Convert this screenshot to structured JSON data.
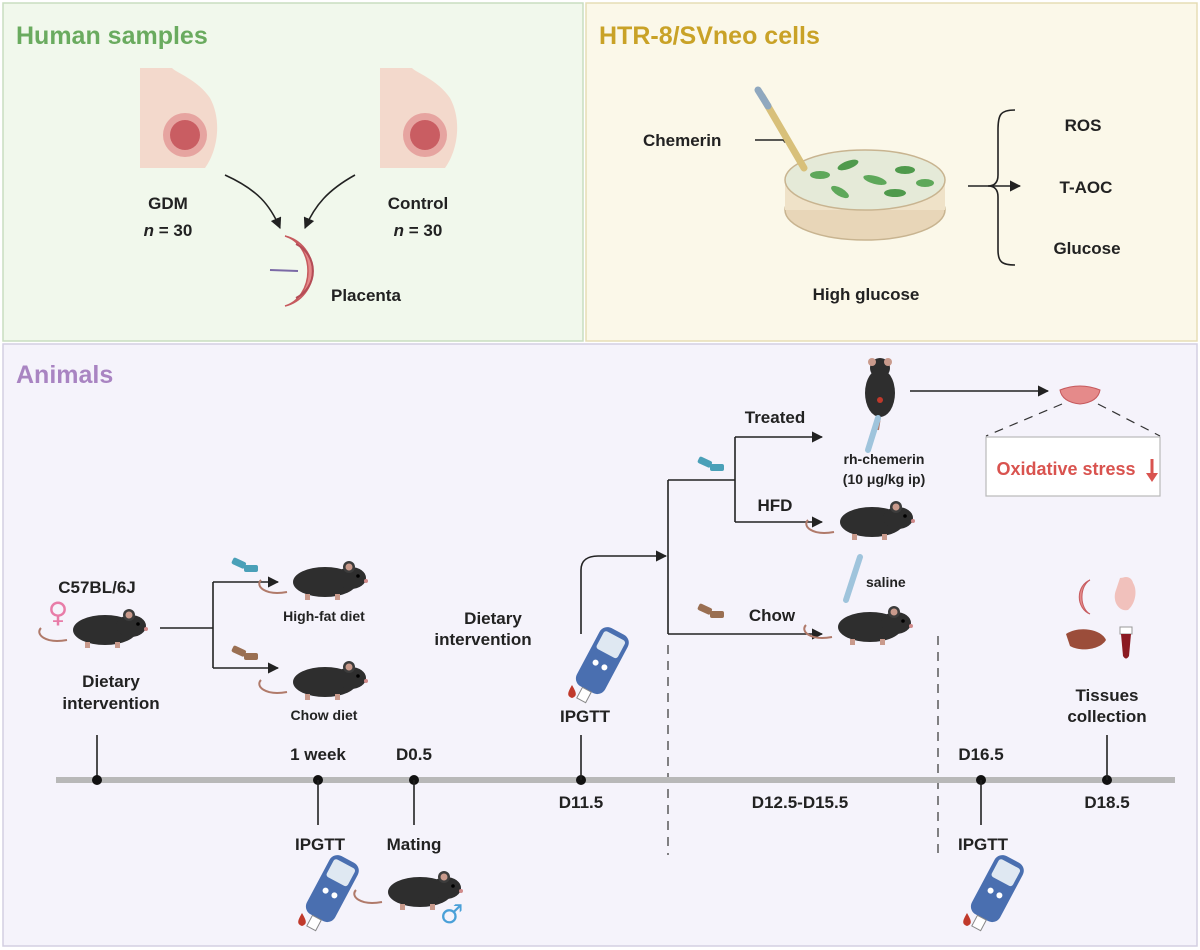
{
  "panels": {
    "human": {
      "title": "Human samples",
      "gdm_label": "GDM",
      "gdm_n_italic": "n",
      "gdm_n_value": " = 30",
      "control_label": "Control",
      "control_n_italic": "n",
      "control_n_value": " = 30",
      "placenta_label": "Placenta"
    },
    "cells": {
      "title": "HTR-8/SVneo cells",
      "chemerin_label": "Chemerin",
      "condition_label": "High glucose",
      "outputs": [
        "ROS",
        "T-AOC",
        "Glucose"
      ]
    },
    "animals": {
      "title": "Animals",
      "strain_label": "C57BL/6J",
      "start_label_1": "Dietary",
      "start_label_2": "intervention",
      "hfd_diet_label": "High-fat diet",
      "chow_diet_label": "Chow diet",
      "mid_intervention_1": "Dietary",
      "mid_intervention_2": "intervention",
      "ipgtt_mid": "IPGTT",
      "group_treated": "Treated",
      "group_hfd": "HFD",
      "group_chow": "Chow",
      "treatment_1": "rh-chemerin",
      "treatment_2": "(10 μg/kg ip)",
      "saline_label": "saline",
      "oxidative_label": "Oxidative stress",
      "tissues_1": "Tissues",
      "tissues_2": "collection"
    },
    "timeline": {
      "above": [
        "1 week",
        "D0.5",
        "D16.5"
      ],
      "below": [
        "D11.5",
        "D12.5-D15.5",
        "D18.5"
      ],
      "ipgtt_1": "IPGTT",
      "mating": "Mating",
      "ipgtt_2": "IPGTT"
    }
  },
  "colors": {
    "human_bg": "#f1f8ec",
    "human_title": "#6aab5f",
    "cells_bg": "#fbf8e9",
    "cells_title": "#c9a227",
    "animals_bg": "#f5f3fb",
    "animals_title": "#a984c2",
    "oxidative_red": "#d9534f",
    "timeline_gray": "#b8b8b8"
  },
  "icons": [
    "pregnant-woman-icon",
    "placenta-icon",
    "petri-dish-icon",
    "pipette-icon",
    "mouse-icon",
    "glucometer-icon",
    "syringe-icon",
    "female-symbol-icon",
    "male-symbol-icon",
    "food-pellet-icon",
    "embryo-icon",
    "blood-tube-icon",
    "liver-icon"
  ]
}
